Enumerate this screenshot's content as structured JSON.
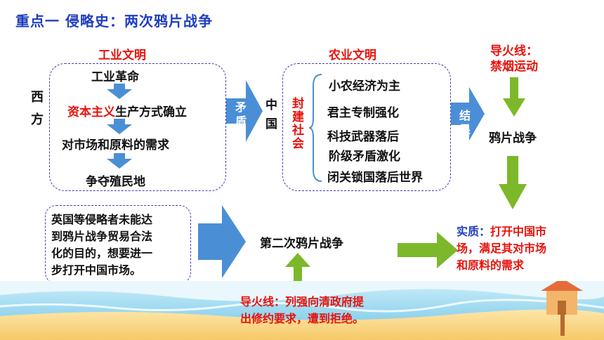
{
  "title": "重点一 侵略史：两次鸦片战争",
  "west": {
    "label": "西方",
    "header": "工业文明",
    "items": [
      "工业革命",
      "资本主义",
      "生产方式确立",
      "对市场和原料的需求",
      "争夺殖民地"
    ]
  },
  "contradiction": "矛盾",
  "china": {
    "label": "中国",
    "header": "农业文明",
    "feudal": "封建社会",
    "items": [
      "小农经济为主",
      "君主专制强化",
      "科技武器落后",
      "阶级矛盾激化",
      "闭关锁国落后世界"
    ]
  },
  "result": "结果",
  "fuse1": {
    "line1": "导火线：",
    "line2": "禁烟运动"
  },
  "opium_war": "鸦片战争",
  "essence": {
    "prefix": "实质：",
    "text1": "打开中国市",
    "line2": "场，满足其对市场",
    "line3": "和原料的需求"
  },
  "note_box": [
    "英国等侵略者未能达",
    "到鸦片战争贸易合法",
    "化的目的，想要进一",
    "步打开中国市场。"
  ],
  "second_war": "第二次鸦片战争",
  "fuse2": {
    "line1": "导火线：列强向清政府提",
    "line2": "出修约要求，遭到拒绝。"
  },
  "colors": {
    "title": "#1f3fbf",
    "red": "#e8120c",
    "blue_arrow": "#4a8fd6",
    "green_arrow": "#7cb82a",
    "dashed": "#3a3fb0"
  }
}
